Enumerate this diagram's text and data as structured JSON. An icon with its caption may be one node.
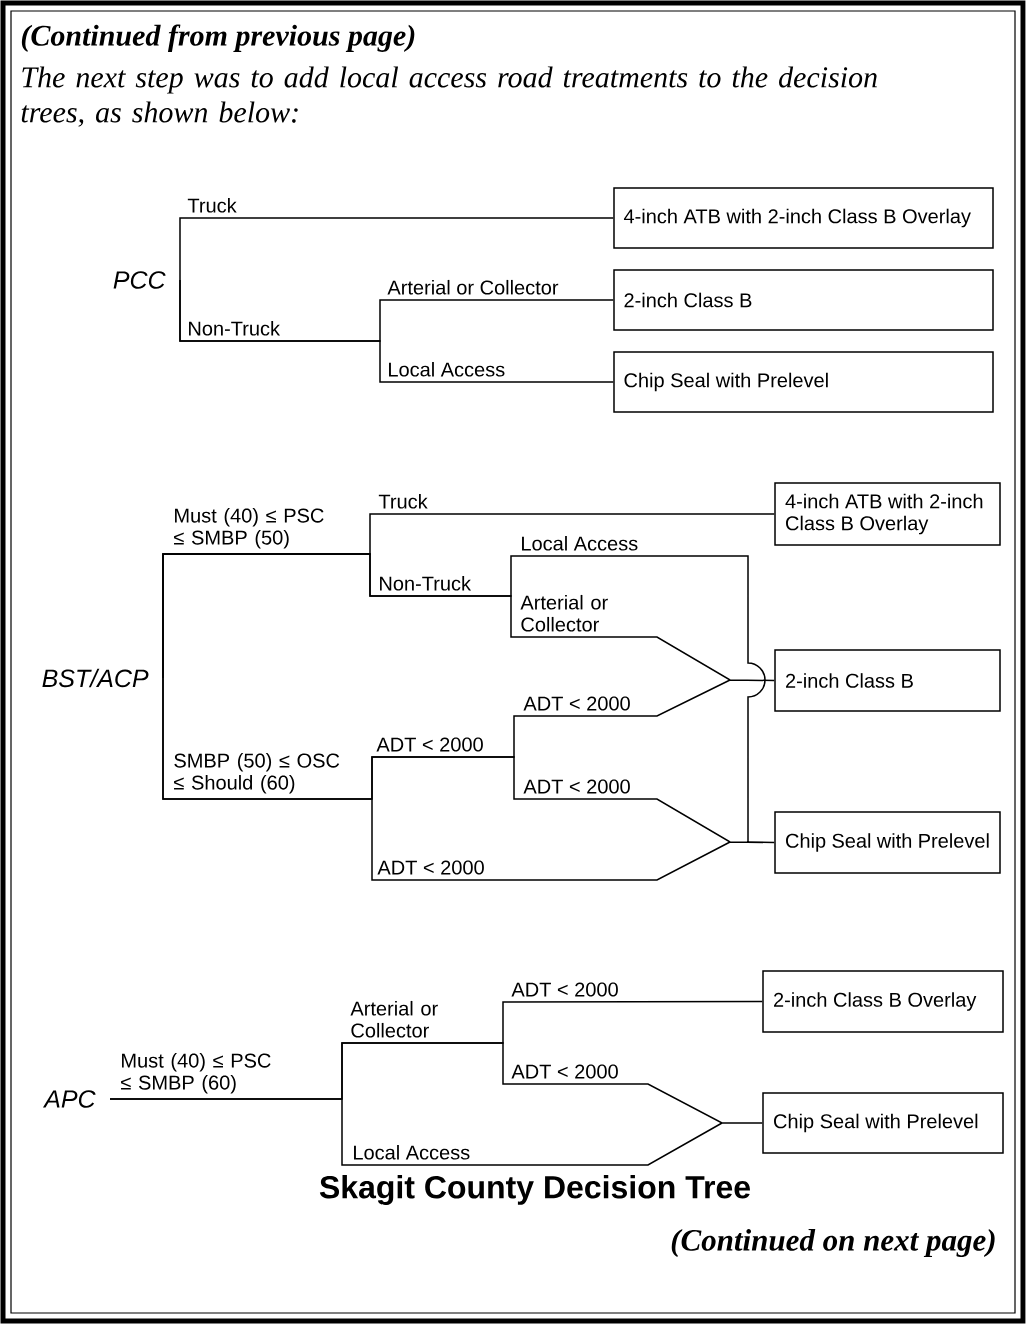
{
  "diagram": {
    "title": "Skagit County Decision Tree",
    "nodes": [
      {
        "text": [
          "PCC"
        ]
      },
      {
        "text": [
          "4-inch ATB with 2-inch Class B Overlay"
        ]
      },
      {
        "text": [
          "2-inch Class B"
        ]
      },
      {
        "text": [
          "Chip Seal with Prelevel"
        ]
      },
      {
        "text": [
          "BST/ACP"
        ]
      },
      {
        "text": [
          "4-inch ATB with 2-inch Class B Overlay"
        ]
      },
      {
        "text": [
          "2-inch Class B"
        ]
      },
      {
        "text": [
          "Chip Seal with Prelevel"
        ]
      },
      {
        "text": [
          "APC"
        ]
      },
      {
        "text": [
          "2-inch Class B Overlay"
        ]
      },
      {
        "text": [
          "Chip Seal with Prelevel"
        ]
      }
    ],
    "edges": [
      {
        "from": 0,
        "to": 1,
        "arrow": "none"
      },
      {
        "from": 0,
        "to": 2,
        "arrow": "none"
      },
      {
        "from": 0,
        "to": 3,
        "arrow": "none"
      },
      {
        "from": 4,
        "to": 5,
        "arrow": "none"
      },
      {
        "from": 4,
        "to": 6,
        "arrow": "none"
      },
      {
        "from": 4,
        "to": 7,
        "arrow": "none"
      },
      {
        "from": 8,
        "to": 9,
        "arrow": "none"
      },
      {
        "from": 8,
        "to": 10,
        "arrow": "none"
      }
    ],
    "labels": [
      "(Continued from previous page)",
      "The next step was to add local access road treatments to the decision trees, as shown below:",
      "Truck",
      "Arterial or Collector",
      "Non-Truck",
      "Local Access",
      "Must (40) ≤ PSC ≤ SMBP (50)",
      "Truck",
      "Local Access",
      "Non-Truck",
      "Arterial or Collector",
      "ADT < 2000",
      "ADT < 2000",
      "SMBP (50) ≤ OSC ≤ Should (60)",
      "ADT < 2000",
      "ADT < 2000",
      "ADT < 2000",
      "Arterial or Collector",
      "Must (40) ≤ PSC ≤ SMBP (60)",
      "ADT < 2000",
      "Local Access",
      "(Continued on next page)"
    ]
  }
}
